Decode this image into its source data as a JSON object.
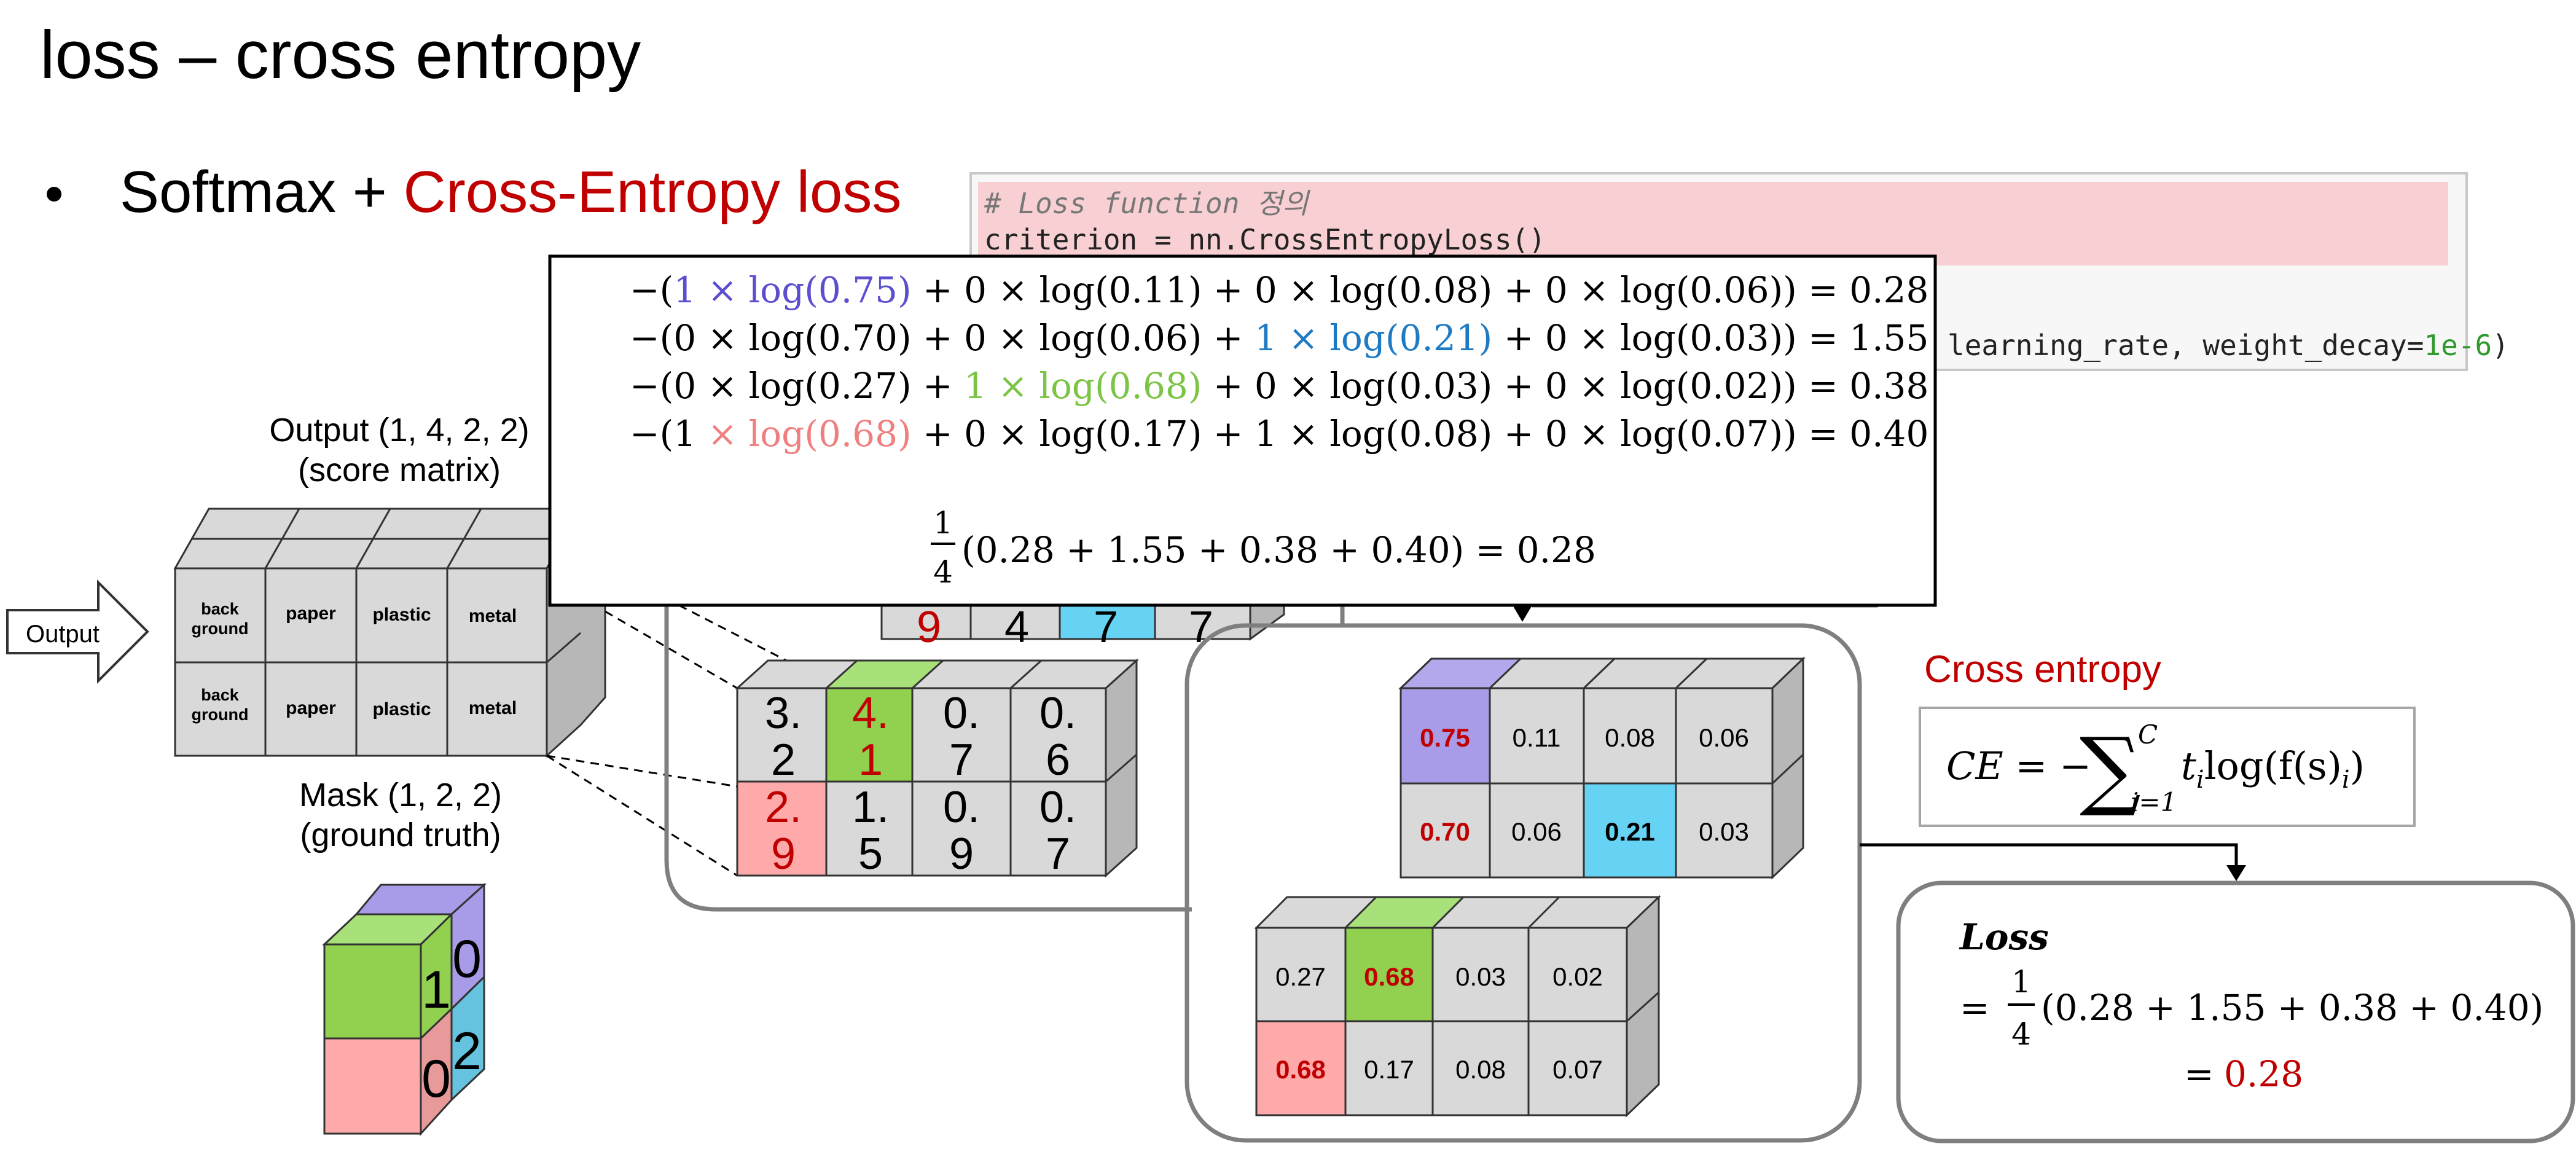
{
  "slide": {
    "title": "loss – cross entropy",
    "bullet_prefix": "Softmax + ",
    "bullet_highlight": "Cross-Entropy loss"
  },
  "code": {
    "comment": "# Loss function 정의",
    "line1": "criterion = nn.CrossEntropyLoss()",
    "line2_pre": "learning_rate, weight_decay=",
    "line2_num": "1e-6",
    "line2_post": ")"
  },
  "output_tensor": {
    "title_line1": "Output (1, 4, 2, 2)",
    "title_line2": "(score matrix)",
    "arrow_label": "Output",
    "front_row1": [
      "back ground",
      "paper",
      "plastic",
      "metal"
    ],
    "front_row2": [
      "back ground",
      "paper",
      "plastic",
      "metal"
    ]
  },
  "mask": {
    "title_line1": "Mask (1, 2, 2)",
    "title_line2": "(ground truth)",
    "labels": [
      "1",
      "0",
      "0",
      "2"
    ]
  },
  "scores": {
    "front_row1": [
      "3.\n2",
      "4.\n1",
      "0.\n7",
      "0.\n6"
    ],
    "front_row2": [
      "2.\n9",
      "1.\n5",
      "0.\n9",
      "0.\n7"
    ],
    "back_row": [
      "9",
      "4",
      "7",
      "7"
    ]
  },
  "softmax": {
    "back_row1": [
      "0.75",
      "0.11",
      "0.08",
      "0.06"
    ],
    "back_row2": [
      "0.70",
      "0.06",
      "0.21",
      "0.03"
    ],
    "front_row1": [
      "0.27",
      "0.68",
      "0.03",
      "0.02"
    ],
    "front_row2": [
      "0.68",
      "0.17",
      "0.08",
      "0.07"
    ]
  },
  "equations": {
    "l1_a": "−(",
    "l1_b": "1 × log(0.75)",
    "l1_c": " + 0 × log(0.11) + 0 × log(0.08) + 0 × log(0.06)) = 0.28",
    "l2_a": "−(0 × log(0.70) + 0 × log(0.06) + ",
    "l2_b": "1 × log(0.21)",
    "l2_c": " + 0 × log(0.03)) = 1.55",
    "l3_a": "−(0 × log(0.27) + ",
    "l3_b": "1 × log(0.68)",
    "l3_c": " + 0 × log(0.03) + 0 × log(0.02)) = 0.38",
    "l4_a": "−(1 ",
    "l4_b": "× log(0.68)",
    "l4_c": " + 0 × log(0.17) + 1 × log(0.08) + 0 × log(0.07)) = 0.40",
    "avg_num": "1",
    "avg_den": "4",
    "avg_expr": "(0.28 + 1.55 + 0.38 + 0.40) = 0.28"
  },
  "cross_entropy": {
    "heading": "Cross entropy",
    "lhs": "CE = −",
    "sum": "∑",
    "sum_top": "C",
    "sum_bottom": "i=1",
    "term_t": "t",
    "term_i": "i",
    "term_log": "log(f(s)",
    "term_end": ")"
  },
  "loss": {
    "heading": "Loss",
    "eq_sign": "=",
    "frac_num": "1",
    "frac_den": "4",
    "expr": "(0.28 + 1.55 + 0.38 + 0.40)",
    "result_eq": "=",
    "result": "0.28"
  },
  "colors": {
    "red": "#C00000",
    "purple": "#A89BE8",
    "green": "#92D050",
    "pink": "#FFAAAA",
    "cyan": "#66D3F5",
    "grey": "#D9D9D9",
    "code_highlight": "#F8D0D3"
  }
}
